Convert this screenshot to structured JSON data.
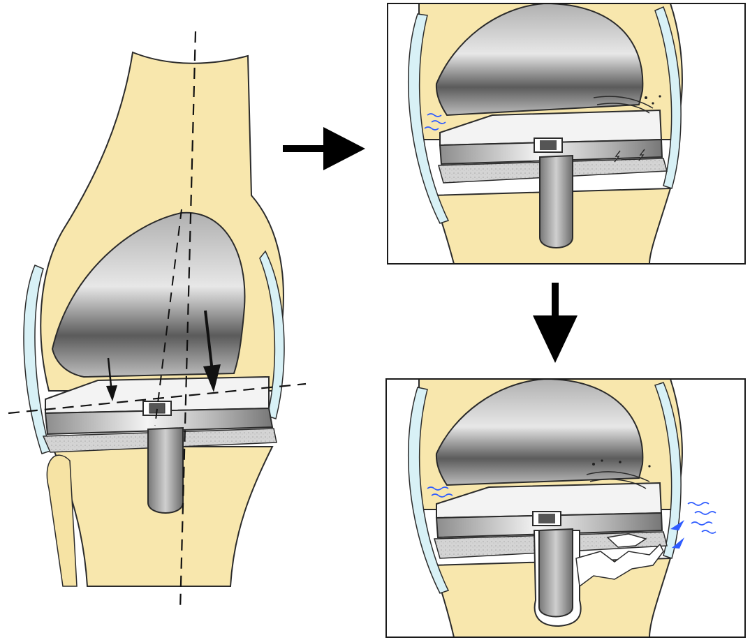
{
  "figure": {
    "panels": [
      {
        "id": "knee-overview",
        "role": "main"
      },
      {
        "id": "knee-wear-stage",
        "role": "inset"
      },
      {
        "id": "knee-loosening-stage",
        "role": "inset"
      }
    ],
    "arrows": [
      {
        "id": "arrow-to-wear",
        "direction": "right"
      },
      {
        "id": "arrow-to-loosening",
        "direction": "down"
      }
    ],
    "colors": {
      "bone": "#f8e7ad",
      "bone_outline": "#2b2b2b",
      "cartilage": "#d8f1f6",
      "metal_light": "#f2f2f2",
      "metal_mid": "#bdbdbd",
      "metal_dark": "#6e6e6e",
      "cement": "#d0d0d0",
      "fluid": "#2f5cff",
      "frame": "#1a1a1a"
    }
  }
}
